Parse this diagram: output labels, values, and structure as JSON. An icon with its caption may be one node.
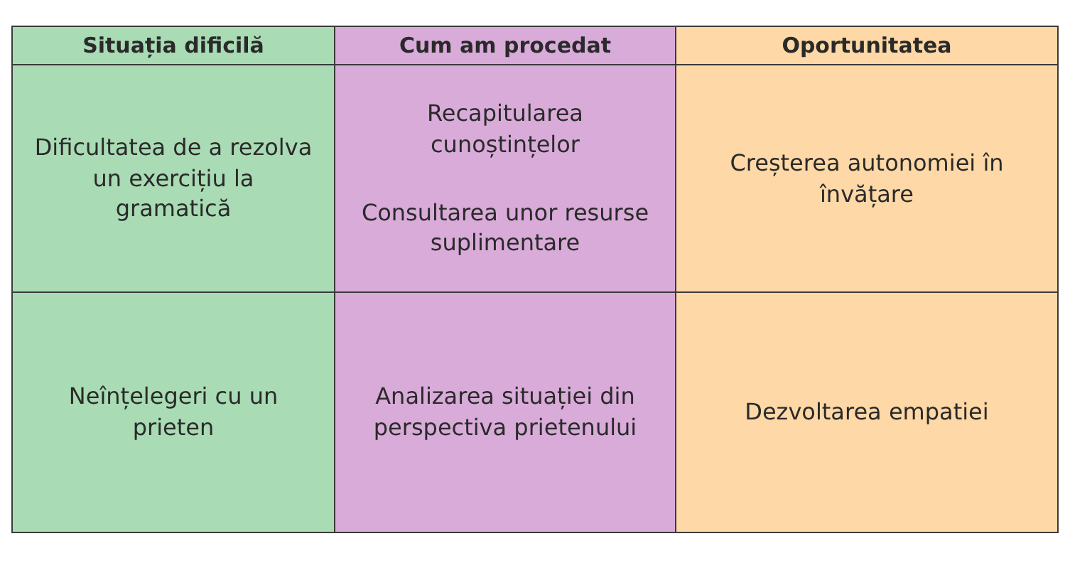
{
  "diagram": {
    "nodes": [
      {
        "text": [
          "Situația dificilă"
        ]
      },
      {
        "text": [
          "Cum am procedat"
        ]
      },
      {
        "text": [
          "Oportunitatea"
        ]
      },
      {
        "text": [
          "Dificultatea de a rezolva un exercițiu la gramatică"
        ]
      },
      {
        "text": [
          "Recapitularea cunoștințelor",
          "Consultarea unor resurse suplimentare"
        ]
      },
      {
        "text": [
          "Creșterea autonomiei în învățare"
        ]
      },
      {
        "text": [
          "Neînțelegeri cu un prieten"
        ]
      },
      {
        "text": [
          "Analizarea situației din perspectiva prietenului"
        ]
      },
      {
        "text": [
          "Dezvoltarea empatiei"
        ]
      }
    ]
  }
}
